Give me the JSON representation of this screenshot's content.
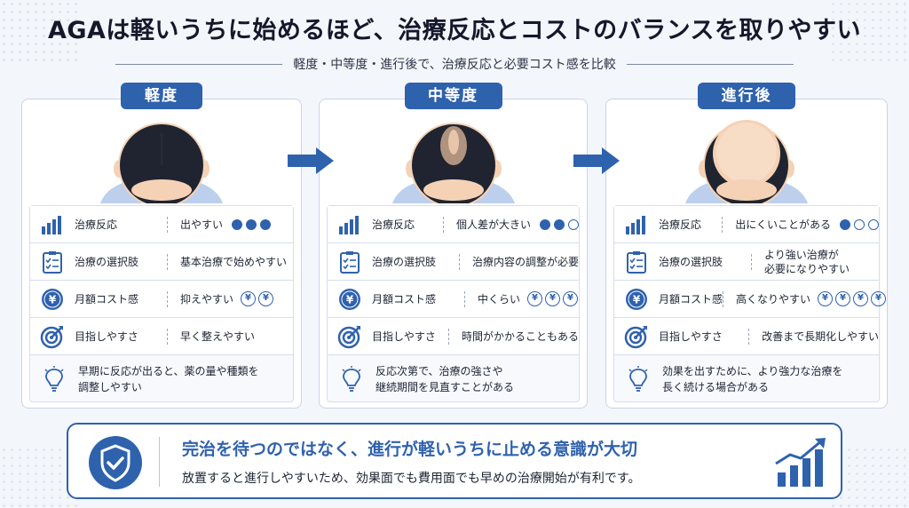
{
  "title": "AGAは軽いうちに始めるほど、治療反応とコストのバランスを取りやすい",
  "subtitle": "軽度・中等度・進行後で、治療反応と必要コスト感を比較",
  "stages": [
    {
      "name": "軽度",
      "rows": {
        "response_label": "治療反応",
        "response_value": "出やすい",
        "response_dots": 3,
        "options_label": "治療の選択肢",
        "options_value": "基本治療で始めやすい",
        "cost_label": "月額コスト感",
        "cost_value": "抑えやすい",
        "cost_yen": 2,
        "goal_label": "目指しやすさ",
        "goal_value": "早く整えやすい"
      },
      "note_line1": "早期に反応が出ると、薬の量や種類を",
      "note_line2": "調整しやすい"
    },
    {
      "name": "中等度",
      "rows": {
        "response_label": "治療反応",
        "response_value": "個人差が大きい",
        "response_dots": 2,
        "options_label": "治療の選択肢",
        "options_value": "治療内容の調整が必要",
        "cost_label": "月額コスト感",
        "cost_value": "中くらい",
        "cost_yen": 3,
        "goal_label": "目指しやすさ",
        "goal_value": "時間がかかることもある"
      },
      "note_line1": "反応次第で、治療の強さや",
      "note_line2": "継続期間を見直すことがある"
    },
    {
      "name": "進行後",
      "rows": {
        "response_label": "治療反応",
        "response_value": "出にくいことがある",
        "response_dots": 1,
        "options_label": "治療の選択肢",
        "options_value_line1": "より強い治療が",
        "options_value_line2": "必要になりやすい",
        "cost_label": "月額コスト感",
        "cost_value": "高くなりやすい",
        "cost_yen": 4,
        "goal_label": "目指しやすさ",
        "goal_value": "改善まで長期化しやすい"
      },
      "note_line1": "効果を出すために、より強力な治療を",
      "note_line2": "長く続ける場合がある"
    }
  ],
  "yen_symbol": "¥",
  "banner": {
    "main": "完治を待つのではなく、進行が軽いうちに止める意識が大切",
    "sub": "放置すると進行しやすいため、効果面でも費用面でも早めの治療開始が有利です。"
  },
  "colors": {
    "accent": "#2f62ad",
    "background": "#f3f6fb",
    "card_border": "#c9d4e6"
  },
  "icons": [
    "bar-chart-icon",
    "checklist-icon",
    "yen-coin-icon",
    "target-icon",
    "lightbulb-icon",
    "shield-check-icon",
    "growth-chart-icon",
    "arrow-right-icon"
  ]
}
